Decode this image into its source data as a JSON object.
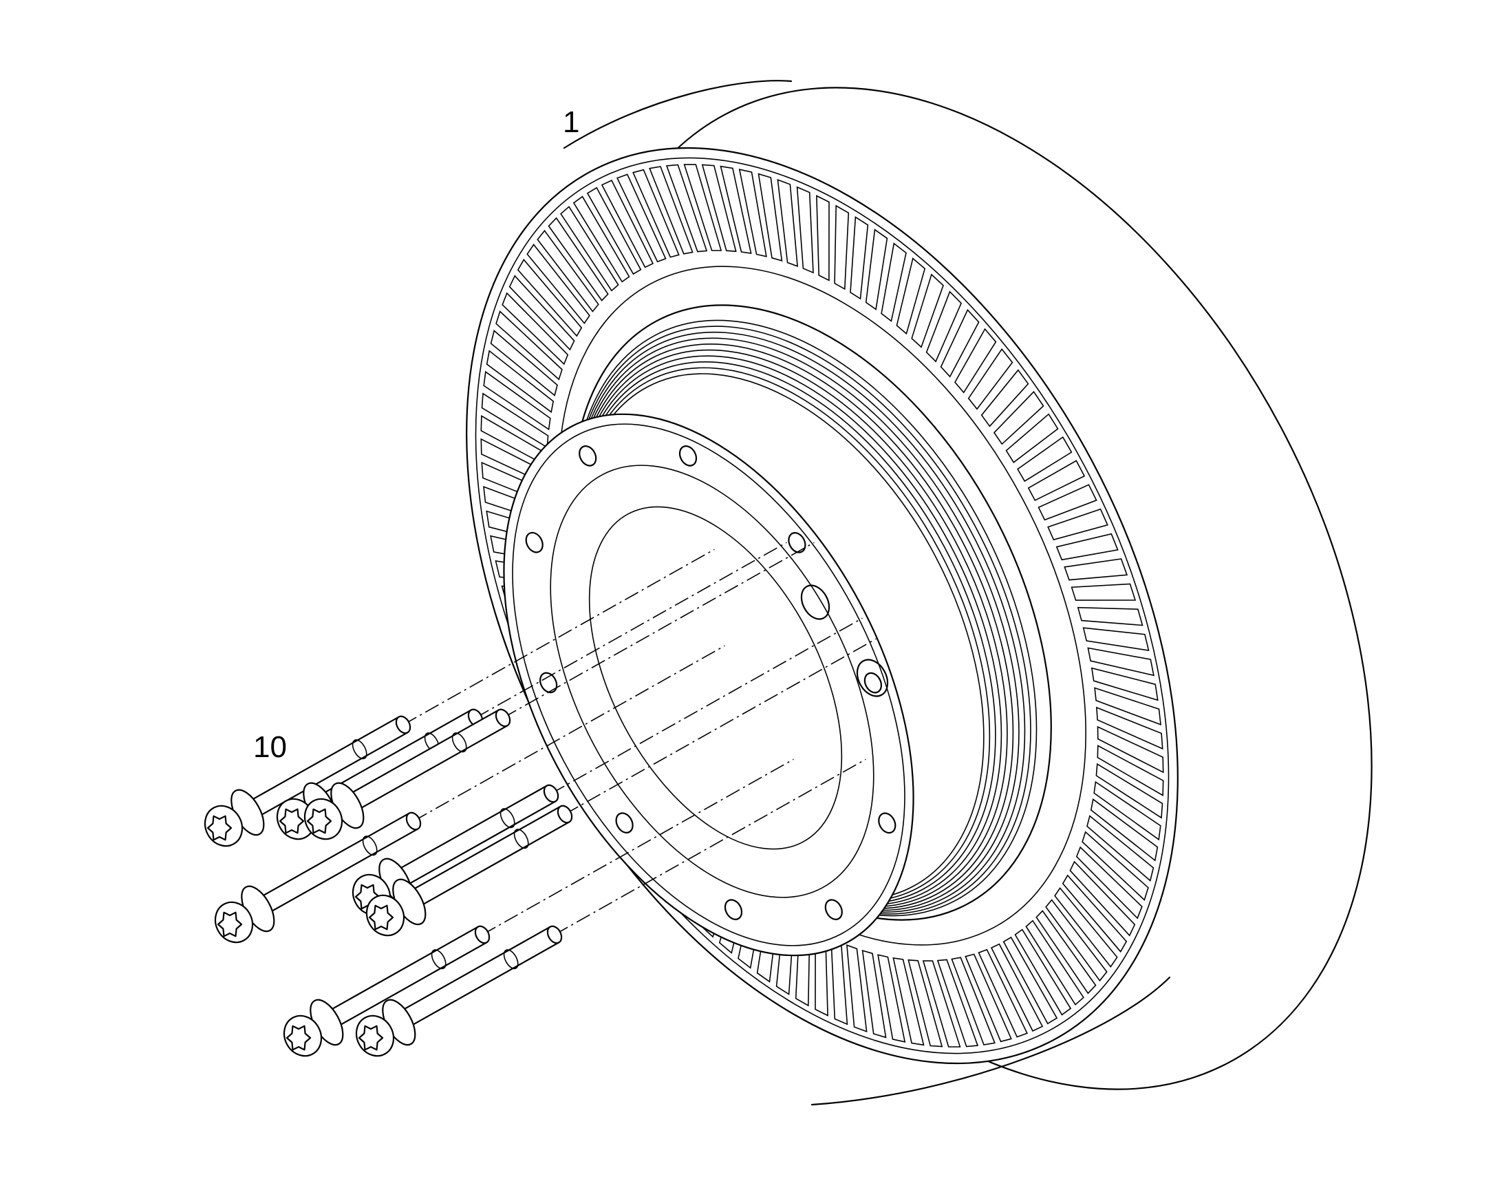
{
  "callouts": {
    "flywheel": "1",
    "bolts": "10"
  },
  "parts": {
    "flywheel_tooth_count": 110,
    "bolt_count": 8
  },
  "colors": {
    "line": "#000000",
    "background": "#ffffff"
  }
}
